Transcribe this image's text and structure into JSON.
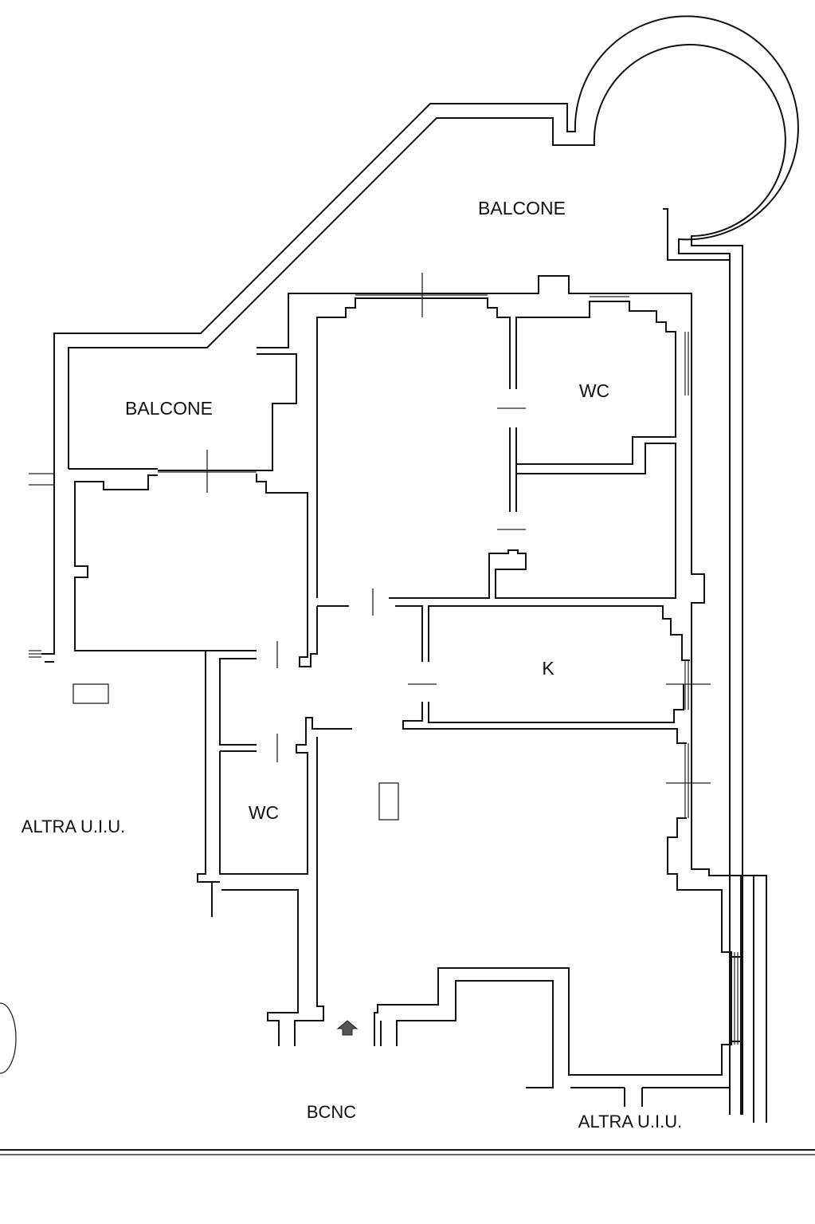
{
  "labels": {
    "balcone_top": "BALCONE",
    "balcone_left": "BALCONE",
    "wc_top": "WC",
    "k": "K",
    "wc_bottom": "WC",
    "altra_left": "ALTRA U.I.U.",
    "altra_bottom": "ALTRA U.I.U.",
    "bcnc": "BCNC"
  },
  "entrance": {
    "icon": "entrance-arrow-icon"
  }
}
